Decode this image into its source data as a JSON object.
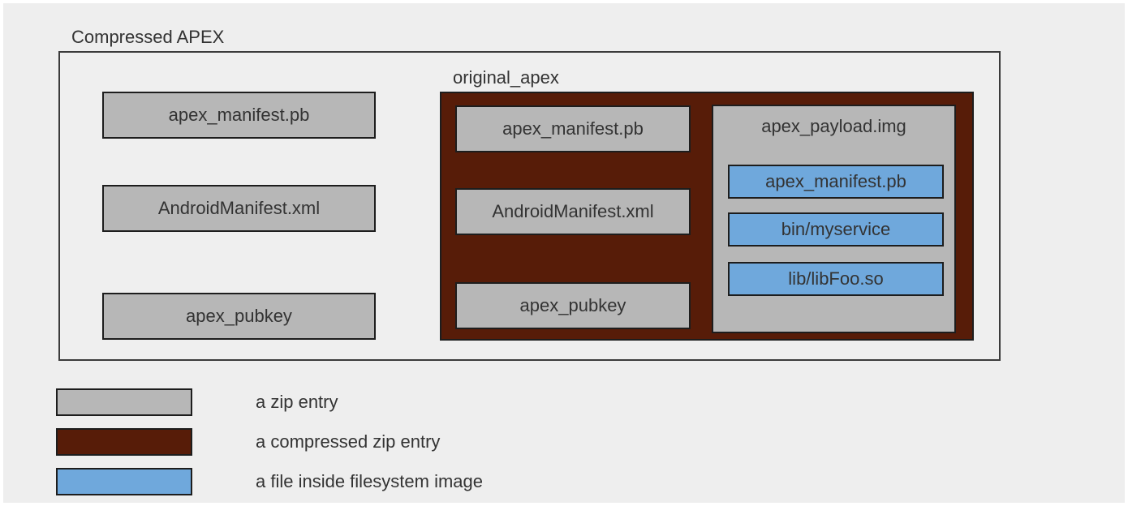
{
  "colors": {
    "background": "#eeeeee",
    "zip_entry": "#b7b7b7",
    "compressed_zip_entry": "#571c08",
    "filesystem_file": "#6fa8dc",
    "box_border": "#1d1d1d",
    "frame_border": "#3b3b3b",
    "text": "#333333"
  },
  "diagram": {
    "title": "Compressed APEX",
    "outer_entries": [
      "apex_manifest.pb",
      "AndroidManifest.xml",
      "apex_pubkey"
    ],
    "original_apex": {
      "label": "original_apex",
      "entries": [
        "apex_manifest.pb",
        "AndroidManifest.xml",
        "apex_pubkey"
      ],
      "payload": {
        "label": "apex_payload.img",
        "files": [
          "apex_manifest.pb",
          "bin/myservice",
          "lib/libFoo.so"
        ]
      }
    }
  },
  "legend": {
    "items": [
      {
        "label": "a zip entry"
      },
      {
        "label": "a compressed zip entry"
      },
      {
        "label": "a file inside filesystem image"
      }
    ]
  }
}
